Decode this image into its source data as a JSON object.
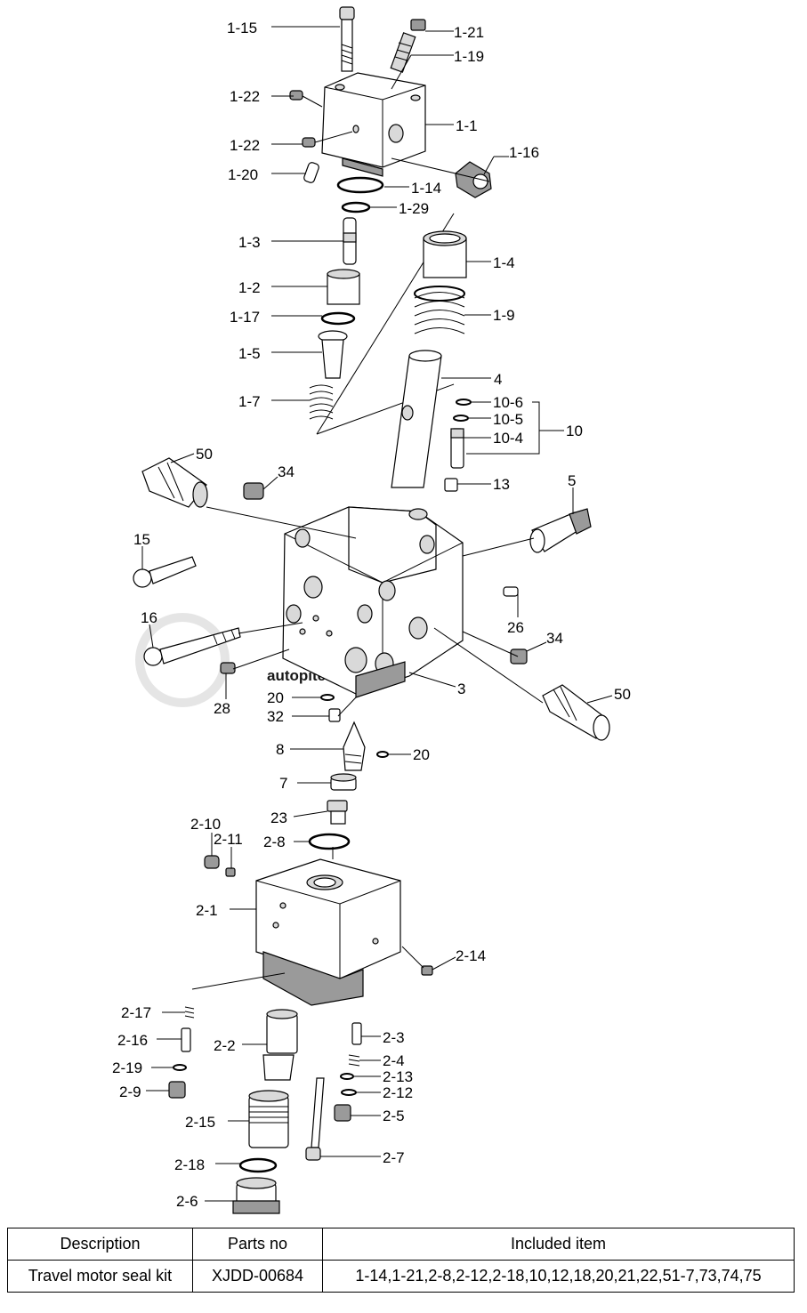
{
  "watermark": "autopiter.ru",
  "labels": {
    "l1_15": "1-15",
    "l1_21": "1-21",
    "l1_19": "1-19",
    "l1_22a": "1-22",
    "l1_1": "1-1",
    "l1_22b": "1-22",
    "l1_16": "1-16",
    "l1_20": "1-20",
    "l1_14": "1-14",
    "l1_29": "1-29",
    "l1_3": "1-3",
    "l1_4": "1-4",
    "l1_2": "1-2",
    "l1_9": "1-9",
    "l1_17": "1-17",
    "l1_5": "1-5",
    "l4": "4",
    "l10_6": "10-6",
    "l10_5": "10-5",
    "l10": "10",
    "l10_4": "10-4",
    "l1_7": "1-7",
    "l50a": "50",
    "l34a": "34",
    "l13": "13",
    "l5": "5",
    "l15": "15",
    "l16": "16",
    "l26": "26",
    "l34b": "34",
    "l28": "28",
    "l20a": "20",
    "l3": "3",
    "l32": "32",
    "l50b": "50",
    "l8": "8",
    "l20b": "20",
    "l7": "7",
    "l23": "23",
    "l2_10": "2-10",
    "l2_11": "2-11",
    "l2_8": "2-8",
    "l2_1": "2-1",
    "l2_14": "2-14",
    "l2_17": "2-17",
    "l2_3": "2-3",
    "l2_16": "2-16",
    "l2_2": "2-2",
    "l2_4": "2-4",
    "l2_19": "2-19",
    "l2_13": "2-13",
    "l2_9": "2-9",
    "l2_12": "2-12",
    "l2_5": "2-5",
    "l2_15": "2-15",
    "l2_7": "2-7",
    "l2_18": "2-18",
    "l2_6": "2-6"
  },
  "table": {
    "headers": [
      "Description",
      "Parts no",
      "Included item"
    ],
    "row": [
      "Travel motor seal kit",
      "XJDD-00684",
      "1-14,1-21,2-8,2-12,2-18,10,12,18,20,21,22,51-7,73,74,75"
    ]
  }
}
